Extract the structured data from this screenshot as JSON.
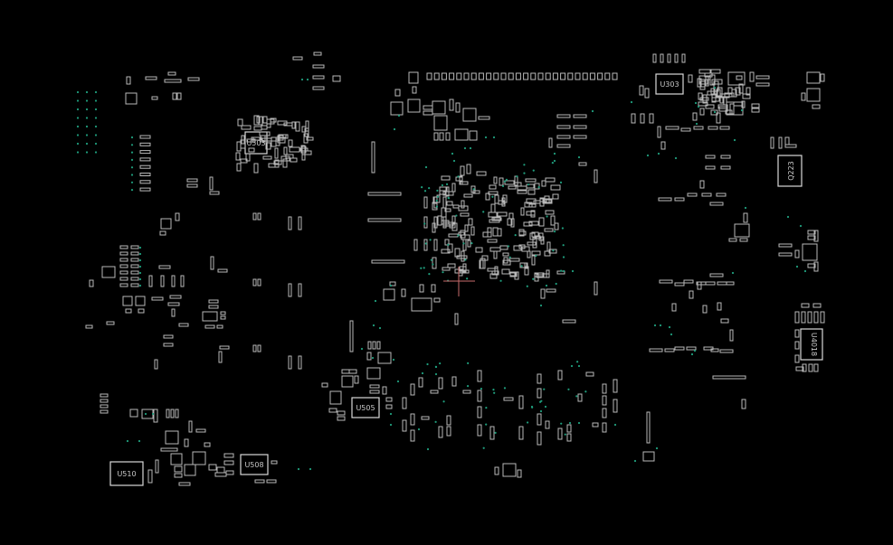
{
  "board": {
    "background": "#000000",
    "outline_color": "#b9b9b9",
    "via_color": "#1f9e7d",
    "cursor_color": "#c76b6b"
  },
  "labels": {
    "u503": "U503",
    "u303": "U303",
    "q223": "Q223",
    "u505": "U505",
    "u508": "U508",
    "u510": "U510",
    "u4018": "U4018"
  }
}
